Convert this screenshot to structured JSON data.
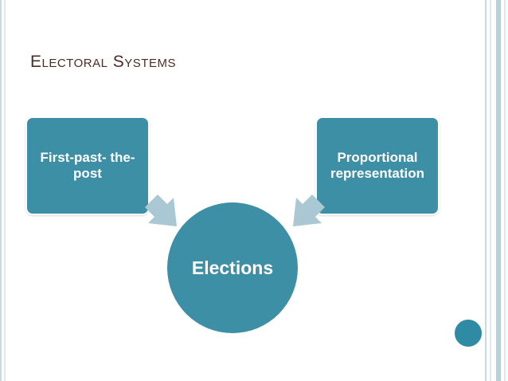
{
  "slide": {
    "title": "Electoral Systems",
    "center_label": "Elections",
    "left_box_label": "First-past- the-post",
    "right_box_label": "Proportional representation"
  },
  "colors": {
    "shape_fill": "#3d8fa6",
    "arrow_fill": "#a9c8d3",
    "title_text": "#4a2d25",
    "frame_line": "#c7dbe3",
    "accent_dot": "#2f8aa3"
  },
  "icons": [
    "arrow-down-right-icon",
    "arrow-down-left-icon"
  ]
}
